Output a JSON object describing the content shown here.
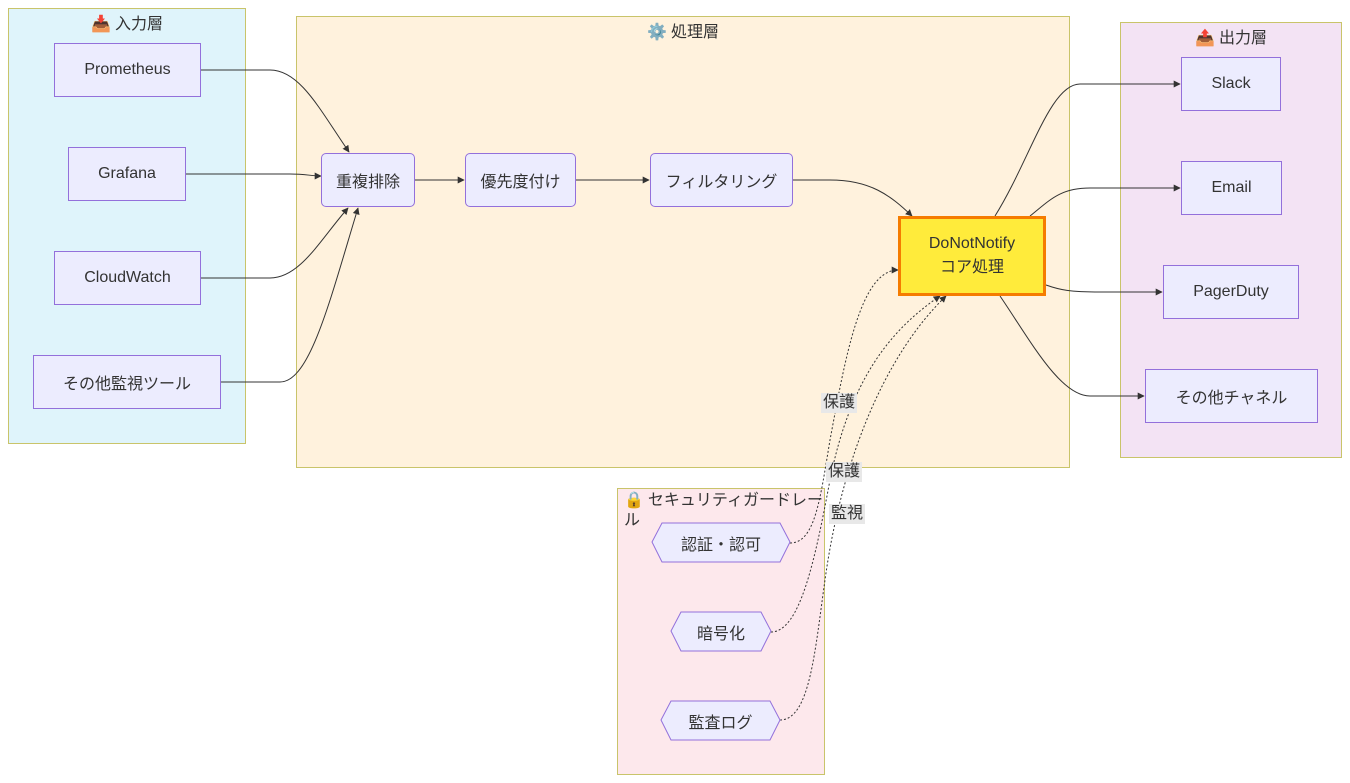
{
  "groups": {
    "input": {
      "icon": "📥",
      "title": "入力層"
    },
    "process": {
      "icon": "⚙️",
      "title": "処理層"
    },
    "output": {
      "icon": "📤",
      "title": "出力層"
    },
    "security": {
      "icon": "🔒",
      "title": "セキュリティガードレール"
    }
  },
  "nodes": {
    "prometheus": "Prometheus",
    "grafana": "Grafana",
    "cloudwatch": "CloudWatch",
    "other_tools": "その他監視ツール",
    "dedup": "重複排除",
    "priority": "優先度付け",
    "filter": "フィルタリング",
    "core_line1": "DoNotNotify",
    "core_line2": "コア処理",
    "slack": "Slack",
    "email": "Email",
    "pagerduty": "PagerDuty",
    "other_channels": "その他チャネル",
    "auth": "認証・認可",
    "encryption": "暗号化",
    "audit": "監査ログ"
  },
  "edge_labels": {
    "auth_to_core": "保護",
    "encryption_to_core": "保護",
    "audit_to_core": "監視"
  },
  "colors": {
    "node_fill": "#ececfe",
    "node_border": "#9370db",
    "core_fill": "#ffeb3b",
    "core_border": "#f57c00",
    "input_bg": "#dff4fb",
    "process_bg": "#fff2dd",
    "output_bg": "#f3e3f4",
    "security_bg": "#fde8ec"
  }
}
